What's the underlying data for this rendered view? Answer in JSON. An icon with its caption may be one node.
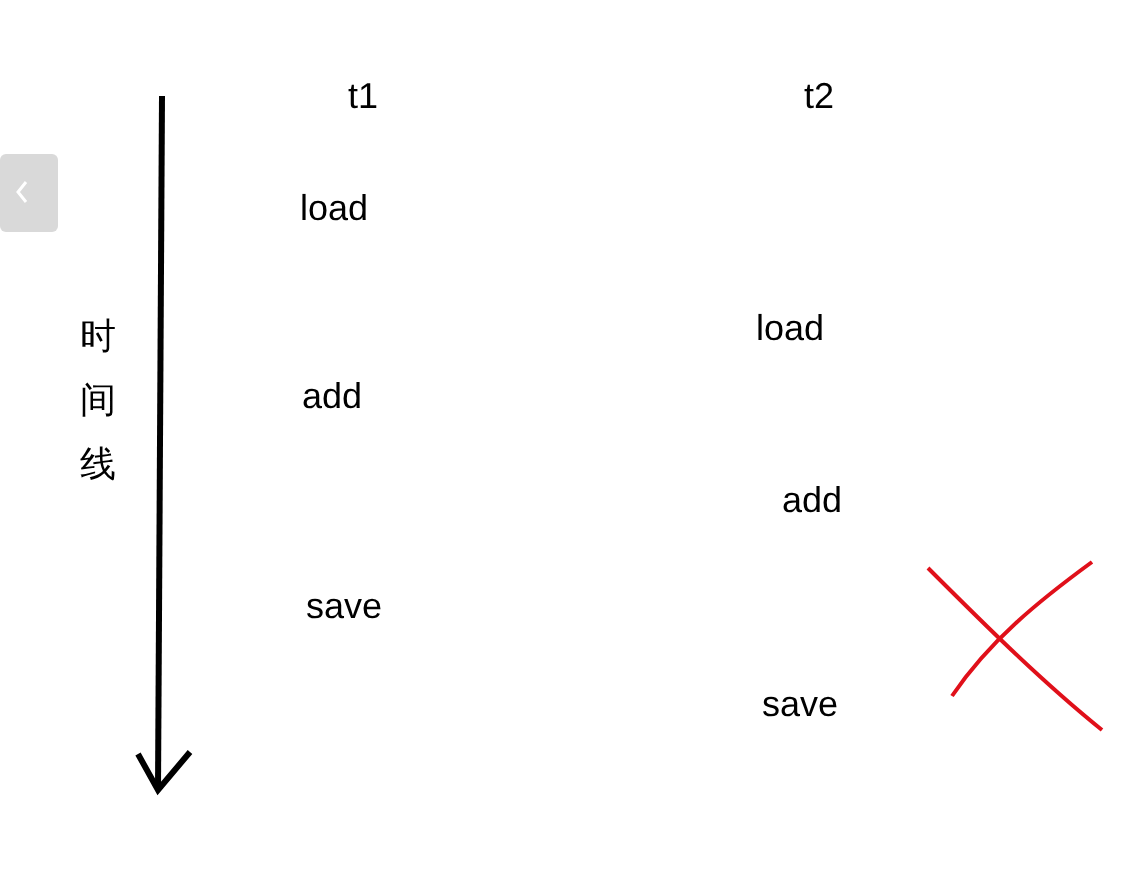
{
  "diagram": {
    "labels": [
      "t1",
      "t2",
      "load",
      "时间线",
      "load",
      "add",
      "add",
      "save",
      "save"
    ]
  }
}
